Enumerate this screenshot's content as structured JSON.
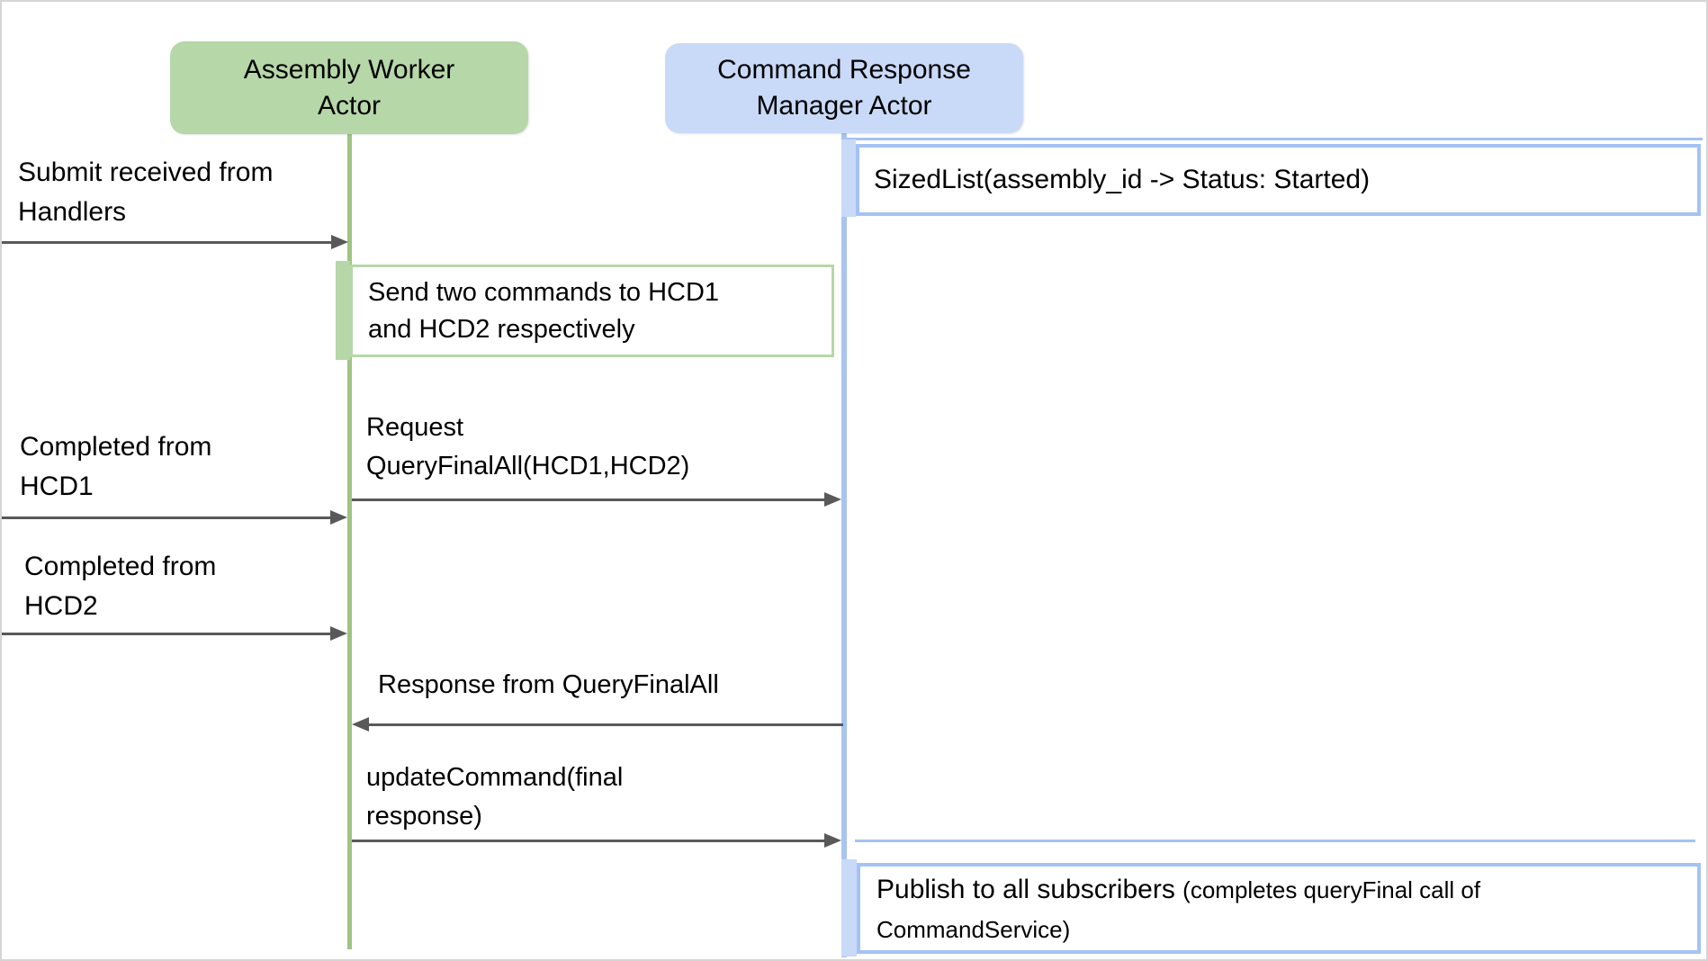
{
  "actors": {
    "assembly_worker": {
      "line1": "Assembly Worker",
      "line2": "Actor"
    },
    "command_response_manager": {
      "line1": "Command Response",
      "line2": "Manager Actor"
    }
  },
  "notes": {
    "sizedlist": {
      "text": "SizedList(assembly_id -> Status: Started)"
    },
    "send_commands": {
      "line1": "Send two commands to HCD1",
      "line2": "and HCD2 respectively"
    },
    "publish": {
      "main": "Publish to all subscribers",
      "detail": "(completes queryFinal call of CommandService)"
    }
  },
  "messages": {
    "submit": {
      "line1": "Submit received from",
      "line2": "Handlers"
    },
    "request_query_final_all": {
      "line1": "Request",
      "line2": "QueryFinalAll(HCD1,HCD2)"
    },
    "completed_hcd1": {
      "line1": "Completed from",
      "line2": "HCD1"
    },
    "completed_hcd2": {
      "line1": "Completed from",
      "line2": "HCD2"
    },
    "response_query_final_all": {
      "text": "Response from QueryFinalAll"
    },
    "update_command": {
      "line1": "updateCommand(final",
      "line2": "response)"
    }
  },
  "colors": {
    "actor_green_fill": "#b6d7a8",
    "actor_blue_fill": "#c9daf8",
    "green_lifeline": "#9fc583",
    "blue_lifeline": "#a9c4f1",
    "blue_border": "#a4c2f4",
    "arrow": "#595959"
  }
}
